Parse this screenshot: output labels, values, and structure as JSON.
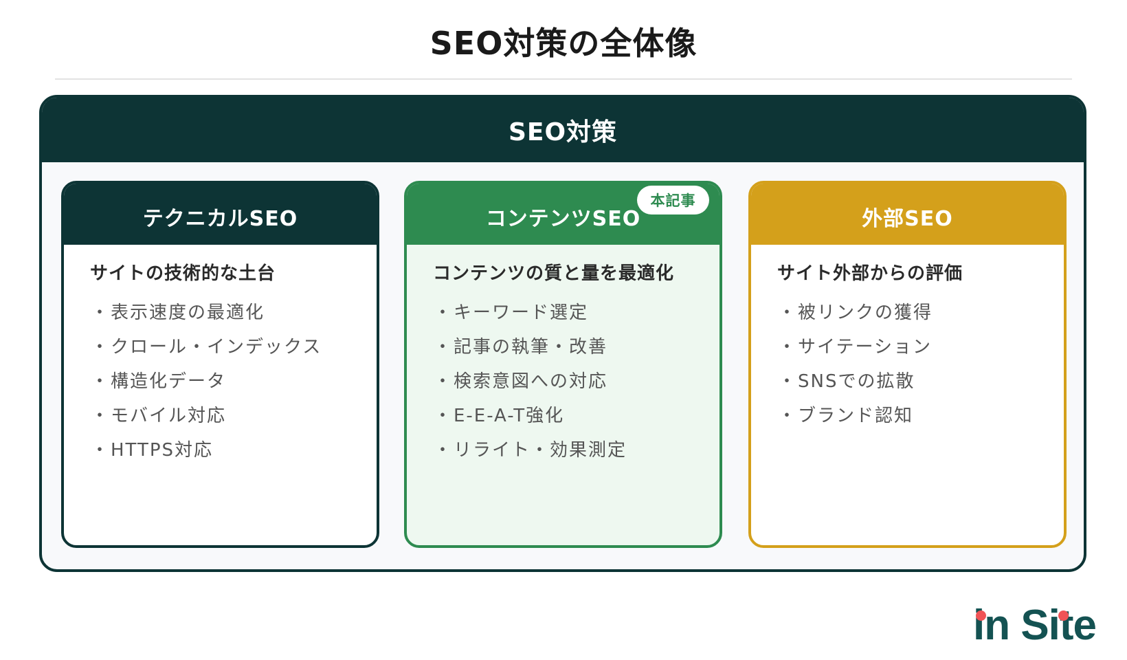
{
  "page": {
    "title": "SEO対策の全体像"
  },
  "outer": {
    "title": "SEO対策",
    "color": "#0d3435"
  },
  "cards": [
    {
      "title": "テクニカルSEO",
      "color": "#0d3435",
      "subtitle": "サイトの技術的な土台",
      "items": [
        "表示速度の最適化",
        "クロール・インデックス",
        "構造化データ",
        "モバイル対応",
        "HTTPS対応"
      ]
    },
    {
      "title": "コンテンツSEO",
      "color": "#2e8b50",
      "badge": "本記事",
      "subtitle": "コンテンツの質と量を最適化",
      "items": [
        "キーワード選定",
        "記事の執筆・改善",
        "検索意図への対応",
        "E-E-A-T強化",
        "リライト・効果測定"
      ]
    },
    {
      "title": "外部SEO",
      "color": "#d4a01b",
      "subtitle": "サイト外部からの評価",
      "items": [
        "被リンクの獲得",
        "サイテーション",
        "SNSでの拡散",
        "ブランド認知"
      ]
    }
  ],
  "bullet": "・",
  "logo": {
    "text": "in Site",
    "text_color": "#145252",
    "dot_color": "#f05356"
  }
}
